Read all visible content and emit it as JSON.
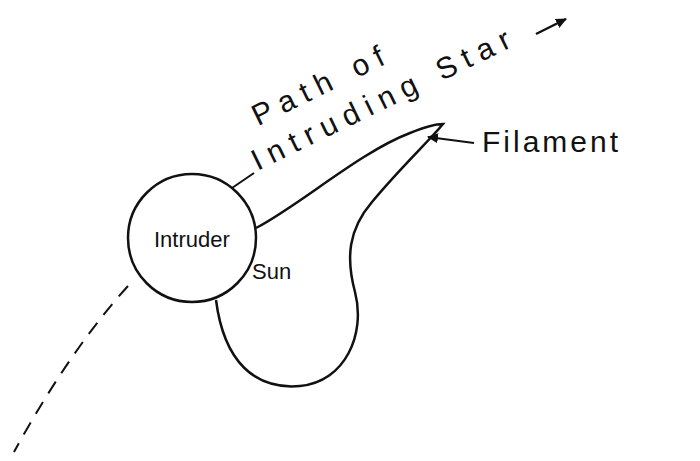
{
  "diagram": {
    "nodes": [
      {
        "text": [
          "Intruder"
        ]
      },
      {
        "text": [
          "Sun"
        ]
      }
    ],
    "labels": [
      "Path of Intruding Star",
      "Filament"
    ]
  }
}
